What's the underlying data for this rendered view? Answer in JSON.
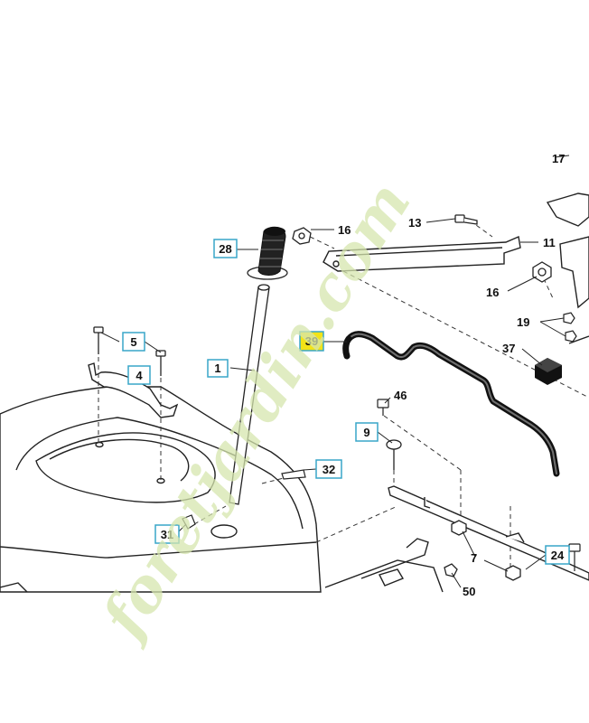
{
  "diagram": {
    "labels": {
      "p1": "1",
      "p4": "4",
      "p5": "5",
      "p9": "9",
      "p11": "11",
      "p13": "13",
      "p16a": "16",
      "p16b": "16",
      "p17": "17",
      "p19": "19",
      "p24": "24",
      "p28": "28",
      "p31": "31",
      "p32": "32",
      "p37": "37",
      "p39": "39",
      "p46": "46",
      "p7": "7",
      "p50": "50"
    },
    "highlight_color": "#f2e318",
    "boxed_color": "#38a6c8",
    "watermark": "foretjardin.com"
  }
}
